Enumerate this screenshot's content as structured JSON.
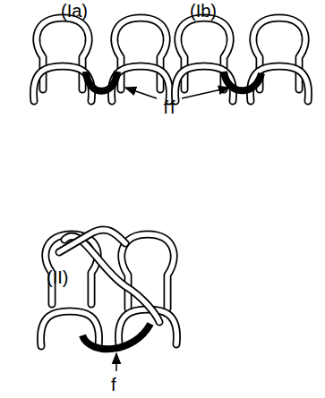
{
  "diagram": {
    "labels": [
      "(Ia)",
      "(Ib)",
      "f",
      "f",
      "(II)",
      "f"
    ]
  }
}
